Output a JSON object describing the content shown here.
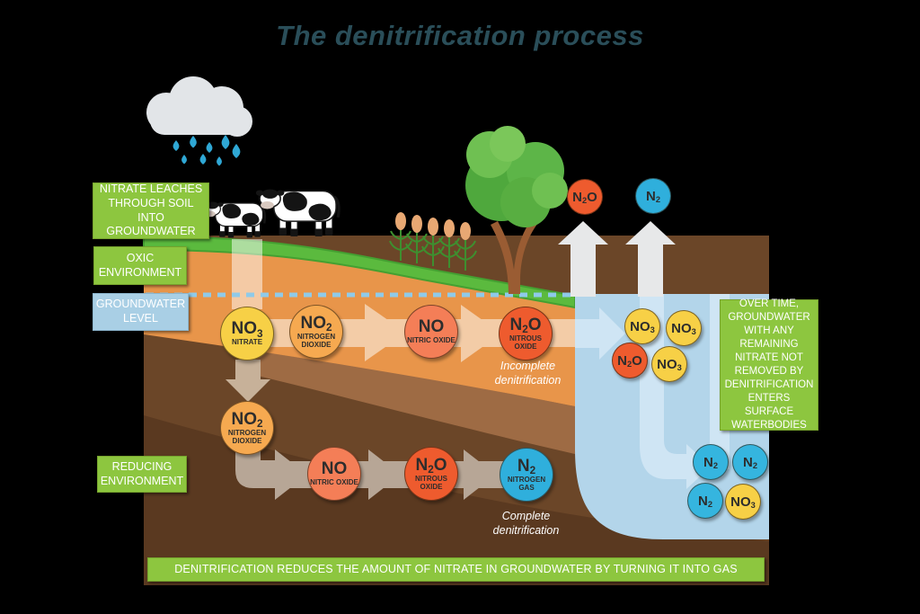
{
  "title": "The denitrification process",
  "side_labels": {
    "nitrate_leaches": "NITRATE LEACHES THROUGH SOIL INTO GROUNDWATER",
    "oxic": "OXIC ENVIRONMENT",
    "groundwater": "GROUNDWATER LEVEL",
    "reducing": "REDUCING ENVIRONMENT"
  },
  "right_note": "OVER TIME, GROUNDWATER WITH ANY REMAINING NITRATE NOT REMOVED BY DENITRIFICATION ENTERS SURFACE WATERBODIES",
  "banner": "DENITRIFICATION REDUCES THE AMOUNT OF NITRATE IN GROUNDWATER BY TURNING IT INTO GAS",
  "captions": {
    "incomplete": "Incomplete denitrification",
    "complete": "Complete denitrification"
  },
  "atmosphere_gases": [
    {
      "formula": "N2O",
      "color": "#EE5B2E"
    },
    {
      "formula": "N2",
      "color": "#2FAFDC"
    }
  ],
  "oxic_chain": [
    {
      "formula": "NO3",
      "name": "NITRATE",
      "color": "#F7D046"
    },
    {
      "formula": "NO2",
      "name": "NITROGEN DIOXIDE",
      "color": "#F6A950"
    },
    {
      "formula": "NO",
      "name": "NITRIC OXIDE",
      "color": "#F47E57"
    },
    {
      "formula": "N2O",
      "name": "NITROUS OXIDE",
      "color": "#EE5B2E"
    }
  ],
  "reducing_chain": [
    {
      "formula": "NO2",
      "name": "NITROGEN DIOXIDE",
      "color": "#F6A950"
    },
    {
      "formula": "NO",
      "name": "NITRIC OXIDE",
      "color": "#F47E57"
    },
    {
      "formula": "N2O",
      "name": "NITROUS OXIDE",
      "color": "#EE5B2E"
    },
    {
      "formula": "N2",
      "name": "NITROGEN GAS",
      "color": "#2FAFDC"
    }
  ],
  "surface_water_inflow": [
    {
      "formula": "NO3",
      "color": "#F7D046"
    },
    {
      "formula": "NO3",
      "color": "#F7D046"
    },
    {
      "formula": "N2O",
      "color": "#EE5B2E"
    },
    {
      "formula": "NO3",
      "color": "#F7D046"
    }
  ],
  "surface_water_outflow": [
    {
      "formula": "N2",
      "color": "#35B5DF"
    },
    {
      "formula": "N2",
      "color": "#35B5DF"
    },
    {
      "formula": "N2",
      "color": "#35B5DF"
    },
    {
      "formula": "NO3",
      "color": "#F7D046"
    }
  ],
  "colors": {
    "label_green": "#8DC63F",
    "label_blue": "#A9CFE5",
    "water": "#B3D5EA",
    "water_arrow": "#CFE5F4",
    "soil_orange": "#E8954A",
    "soil_mid": "#9E6B44",
    "soil_dark": "#6B4628",
    "soil_deep": "#5A3920",
    "grass": "#5BBA3E",
    "rain_blue": "#2FA8D5",
    "up_arrow_gray": "#E7E8E9",
    "oxic_arrow_peach": "#F3CCA7",
    "reducing_arrow_tan": "#B7A696",
    "title_teal": "#2A4E59"
  }
}
